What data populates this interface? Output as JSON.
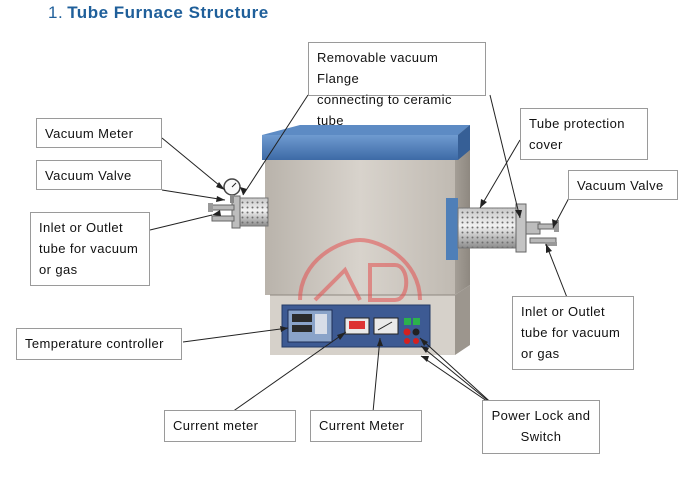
{
  "heading": {
    "number": "1.",
    "title": "Tube Furnace Structure"
  },
  "callouts": {
    "flange": [
      "Removable vacuum Flange",
      "connecting to ceramic tube"
    ],
    "vacuum_meter": [
      "Vacuum Meter"
    ],
    "vacuum_valve_left": [
      "Vacuum Valve"
    ],
    "inlet_left": [
      "Inlet or Outlet",
      "tube for vacuum",
      "or gas"
    ],
    "tube_cover": [
      "Tube protection",
      "cover"
    ],
    "vacuum_valve_right": [
      "Vacuum Valve"
    ],
    "inlet_right": [
      "Inlet or Outlet",
      "tube for vacuum",
      "or gas"
    ],
    "temp_controller": [
      "Temperature controller"
    ],
    "current_meter_1": [
      "Current meter"
    ],
    "current_meter_2": [
      "Current Meter"
    ],
    "power_lock": [
      "Power Lock and",
      "Switch"
    ]
  },
  "colors": {
    "heading": "#1f5f9a",
    "furnace_top": "#4f7fb8",
    "furnace_body": "#c9c4bd",
    "panel": "#3d5a93",
    "watermark": "#e35050"
  }
}
